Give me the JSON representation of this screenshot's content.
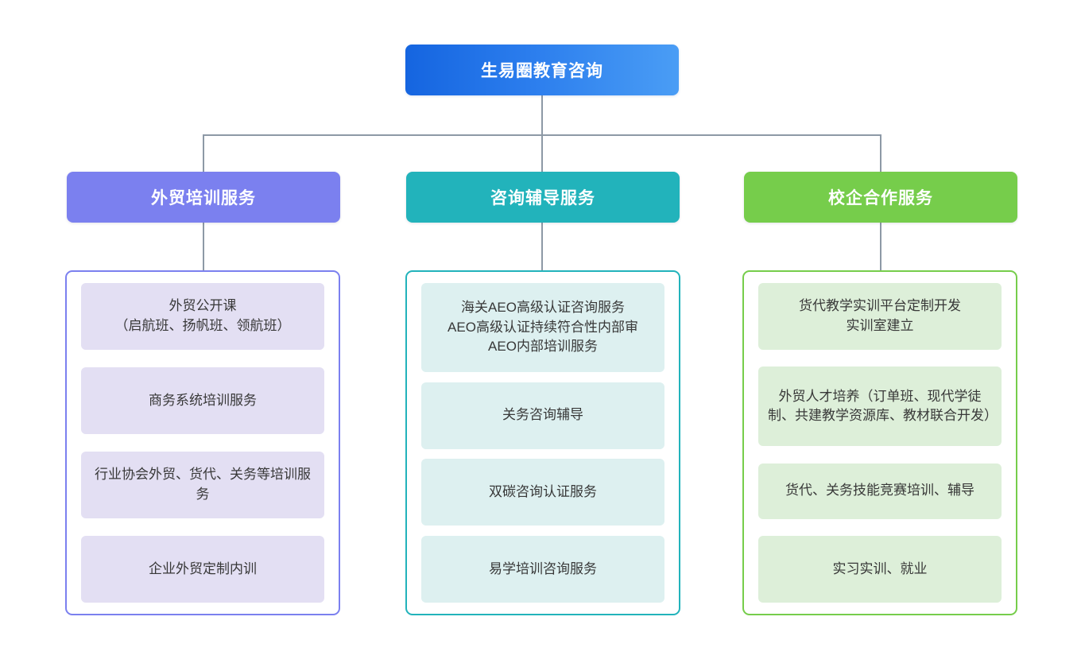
{
  "diagram": {
    "root": {
      "label": "生易圈教育咨询",
      "color": "#2b7ded"
    },
    "columns": [
      {
        "header": "外贸培训服务",
        "accent": "#7b80ef",
        "card_fill": "#e3dff3",
        "items": [
          {
            "lines": [
              "外贸公开课",
              "（启航班、扬帆班、领航班）"
            ]
          },
          {
            "lines": [
              "商务系统培训服务"
            ]
          },
          {
            "lines": [
              "行业协会外贸、货代、关务等培训服务"
            ]
          },
          {
            "lines": [
              "企业外贸定制内训"
            ]
          }
        ]
      },
      {
        "header": "咨询辅导服务",
        "accent": "#22b3bb",
        "card_fill": "#ddf0f0",
        "items": [
          {
            "lines": [
              "海关AEO高级认证咨询服务",
              "AEO高级认证持续符合性内部审",
              "AEO内部培训服务"
            ]
          },
          {
            "lines": [
              "关务咨询辅导"
            ]
          },
          {
            "lines": [
              "双碳咨询认证服务"
            ]
          },
          {
            "lines": [
              "易学培训咨询服务"
            ]
          }
        ]
      },
      {
        "header": "校企合作服务",
        "accent": "#76cd4b",
        "card_fill": "#ddefd9",
        "items": [
          {
            "lines": [
              "货代教学实训平台定制开发",
              "实训室建立"
            ]
          },
          {
            "lines": [
              "外贸人才培养（订单班、现代学徒制、共建教学资源库、教材联合开发）"
            ]
          },
          {
            "lines": [
              "货代、关务技能竞赛培训、辅导"
            ]
          },
          {
            "lines": [
              "实习实训、就业"
            ]
          }
        ]
      }
    ],
    "connector_color": "#8d99a6"
  }
}
